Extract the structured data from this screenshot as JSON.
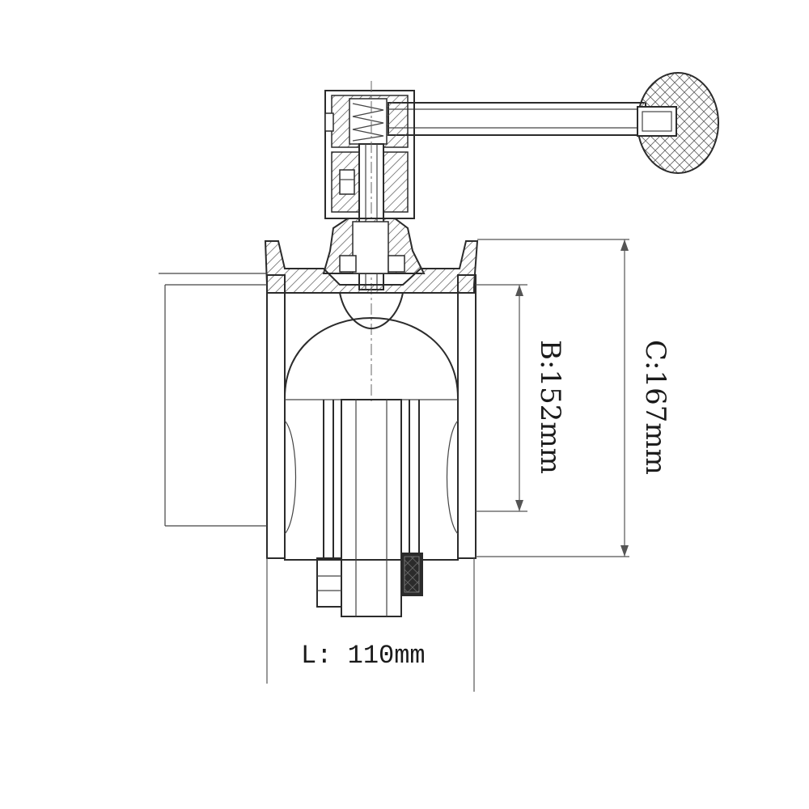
{
  "diagram": {
    "dimensions": {
      "length_label": "L:  110mm",
      "bore_label": "B:152mm",
      "overall_label": "C:167mm"
    }
  }
}
